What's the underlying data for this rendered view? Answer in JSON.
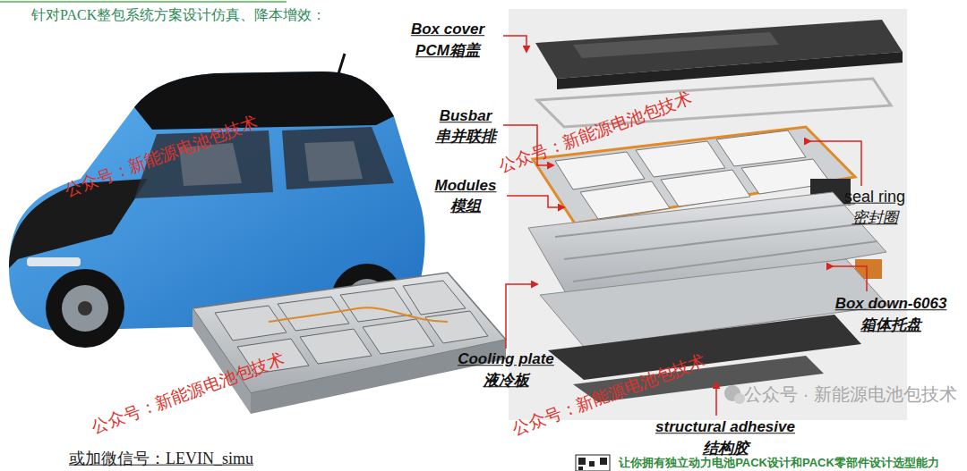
{
  "diagram": {
    "title": "针对PACK整包系统方案设计仿真、降本增效：",
    "labels": [
      "Box cover",
      "PCM箱盖",
      "Busbar",
      "串并联排",
      "Modules",
      "模组",
      "seal ring",
      "密封圈",
      "Box down-6063",
      "箱体托盘",
      "Cooling plate",
      "液冷板",
      "structural adhesive",
      "结构胶",
      "公众号：新能源电池包技术",
      "公众号：新能源电池包技术",
      "公众号：新能源电池包技术",
      "公众号：新能源电池包技术",
      "或加微信号：LEVIN_simu",
      "公众号 · 新能源电池包技术",
      "让你拥有独立动力电池PACK设计和PACK零部件设计选型能力"
    ]
  }
}
